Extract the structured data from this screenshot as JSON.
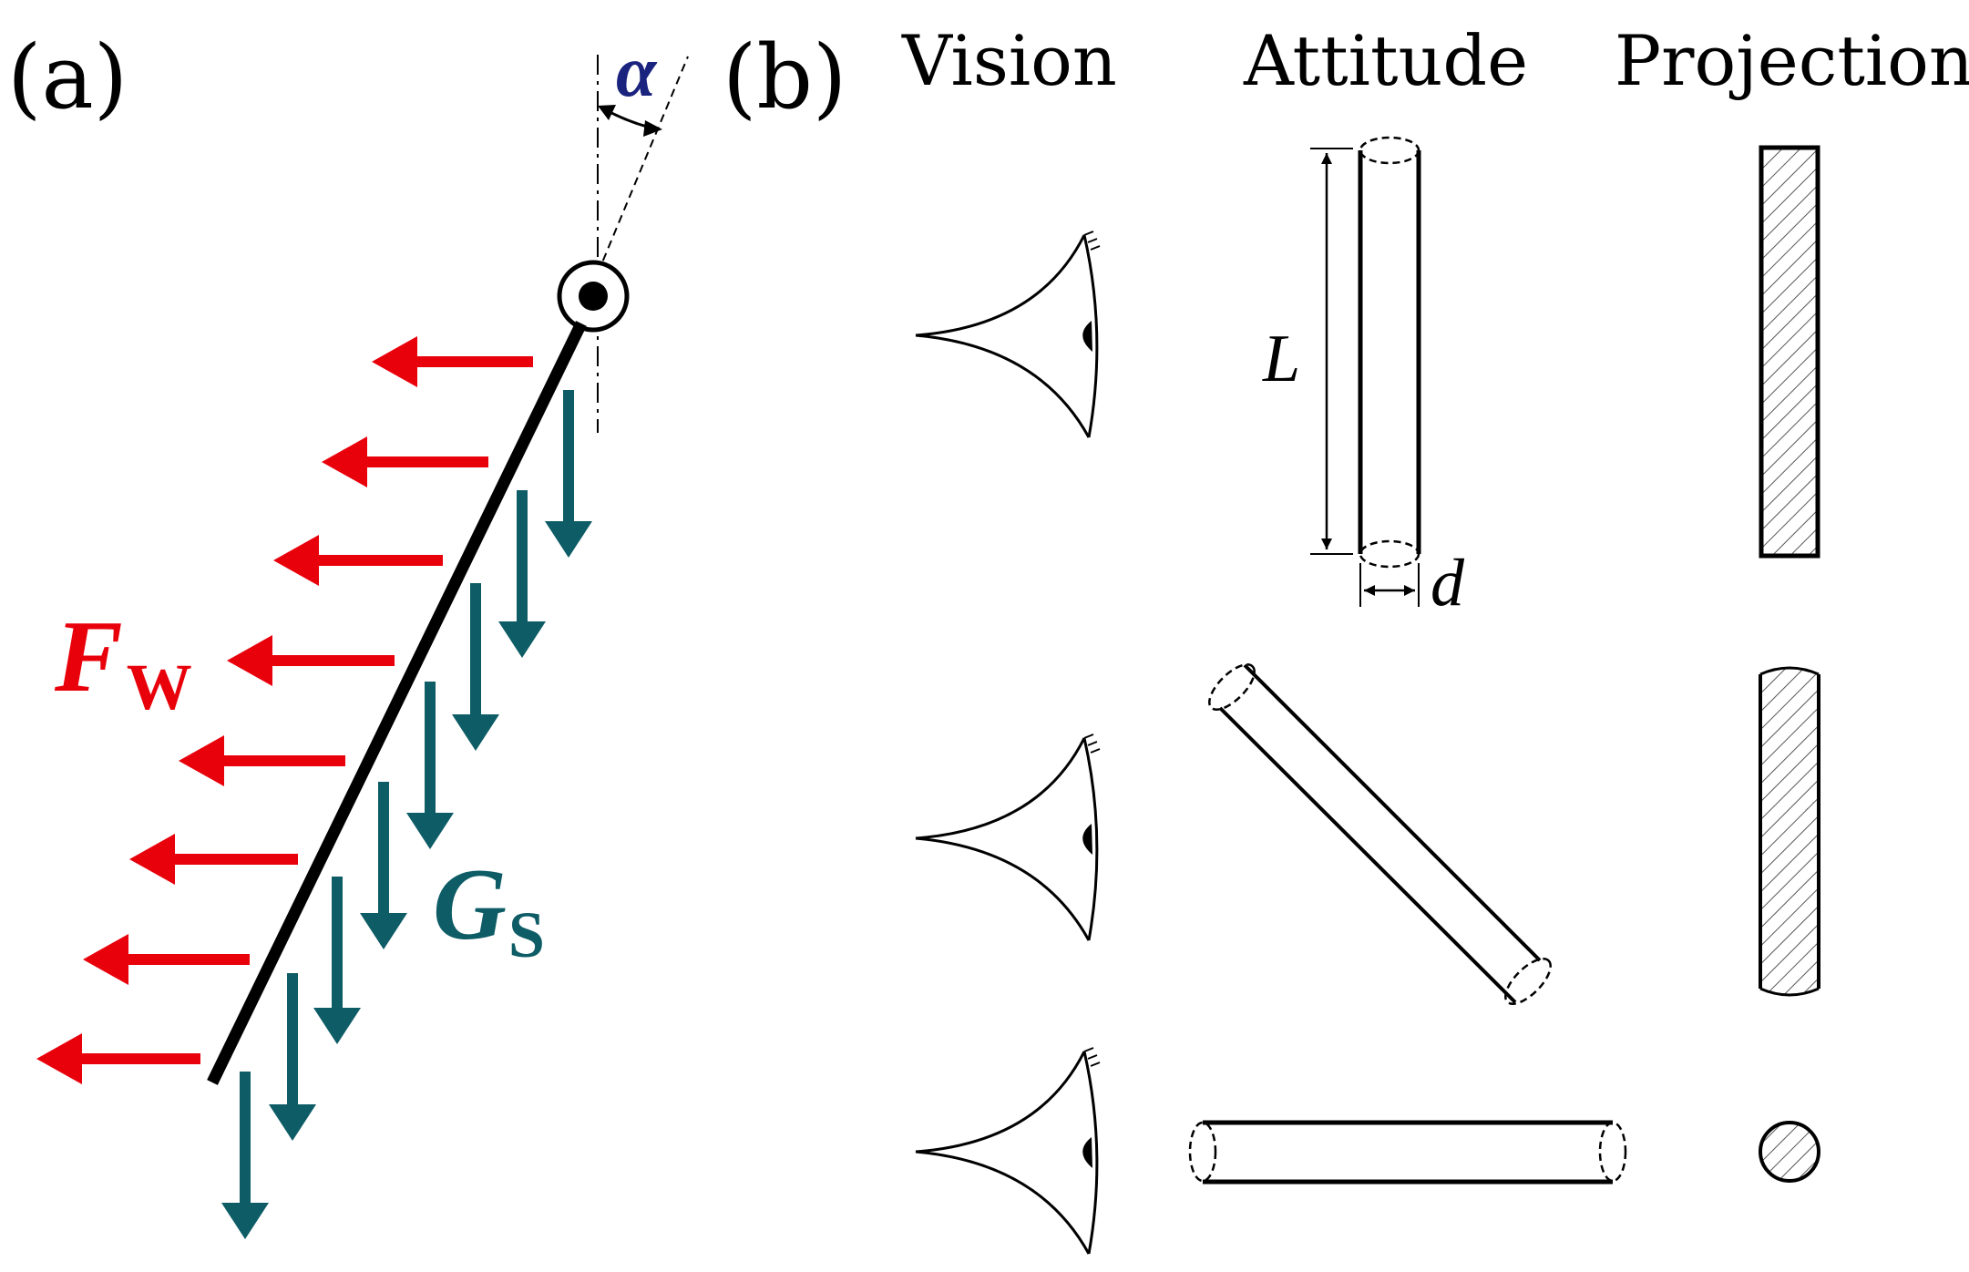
{
  "panel_a": {
    "label": "(a)",
    "angle_symbol": "α",
    "wind_force_symbol": "F",
    "wind_force_subscript": "W",
    "gravity_symbol": "G",
    "gravity_subscript": "S",
    "colors": {
      "wind_force": "#e8000b",
      "gravity": "#0d5c66",
      "angle": "#1a237e",
      "rod": "#000000"
    }
  },
  "panel_b": {
    "label": "(b)",
    "column_headers": [
      "Vision",
      "Attitude",
      "Projection"
    ],
    "dimension_length": "L",
    "dimension_diameter": "d",
    "rows": [
      {
        "attitude": "vertical",
        "projection": "rectangle"
      },
      {
        "attitude": "inclined",
        "projection": "rectangle"
      },
      {
        "attitude": "horizontal",
        "projection": "circle"
      }
    ]
  }
}
